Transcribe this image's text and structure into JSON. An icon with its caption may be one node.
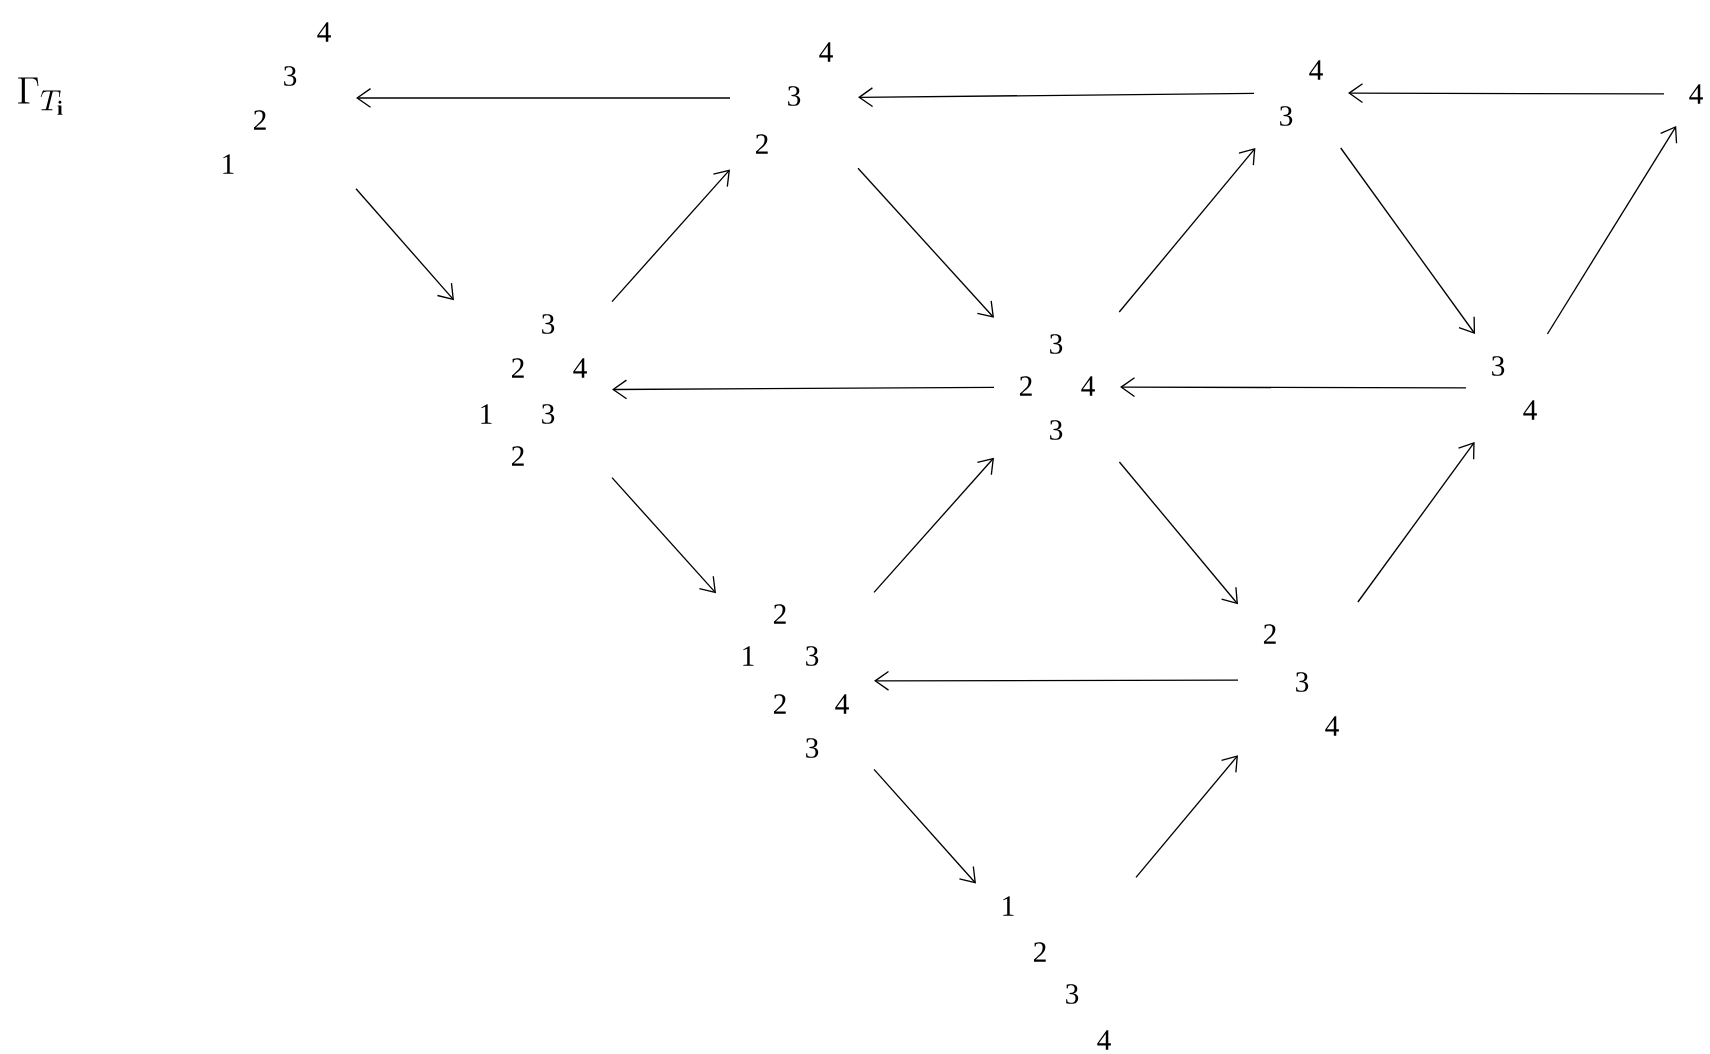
{
  "diagram": {
    "title": "\\Gamma_{T_{\\mathbf{i}}}",
    "nodes": [
      {
        "text": [
          "1",
          "2",
          "3",
          "4"
        ]
      },
      {
        "text": [
          "2",
          "3",
          "4"
        ]
      },
      {
        "text": [
          "3",
          "2",
          "4",
          "1",
          "3",
          "2"
        ]
      },
      {
        "text": [
          "3",
          "4"
        ]
      },
      {
        "text": [
          "4"
        ]
      },
      {
        "text": [
          "3",
          "2",
          "4",
          "3"
        ]
      },
      {
        "text": [
          "3",
          "4"
        ]
      },
      {
        "text": [
          "2",
          "1",
          "3",
          "2",
          "4",
          "3"
        ]
      },
      {
        "text": [
          "2",
          "3",
          "4"
        ]
      },
      {
        "text": [
          "1",
          "2",
          "3",
          "4"
        ]
      }
    ],
    "edges": [
      {
        "from": 1,
        "to": 0,
        "arrow": "to"
      },
      {
        "from": 0,
        "to": 2,
        "arrow": "to"
      },
      {
        "from": 2,
        "to": 1,
        "arrow": "to"
      },
      {
        "from": 3,
        "to": 1,
        "arrow": "to"
      },
      {
        "from": 1,
        "to": 5,
        "arrow": "to"
      },
      {
        "from": 5,
        "to": 3,
        "arrow": "to"
      },
      {
        "from": 4,
        "to": 3,
        "arrow": "to"
      },
      {
        "from": 3,
        "to": 6,
        "arrow": "to"
      },
      {
        "from": 6,
        "to": 4,
        "arrow": "to"
      },
      {
        "from": 5,
        "to": 2,
        "arrow": "to"
      },
      {
        "from": 6,
        "to": 5,
        "arrow": "to"
      },
      {
        "from": 2,
        "to": 7,
        "arrow": "to"
      },
      {
        "from": 7,
        "to": 5,
        "arrow": "to"
      },
      {
        "from": 5,
        "to": 8,
        "arrow": "to"
      },
      {
        "from": 8,
        "to": 6,
        "arrow": "to"
      },
      {
        "from": 8,
        "to": 7,
        "arrow": "to"
      },
      {
        "from": 7,
        "to": 9,
        "arrow": "to"
      },
      {
        "from": 9,
        "to": 8,
        "arrow": "to"
      }
    ]
  }
}
